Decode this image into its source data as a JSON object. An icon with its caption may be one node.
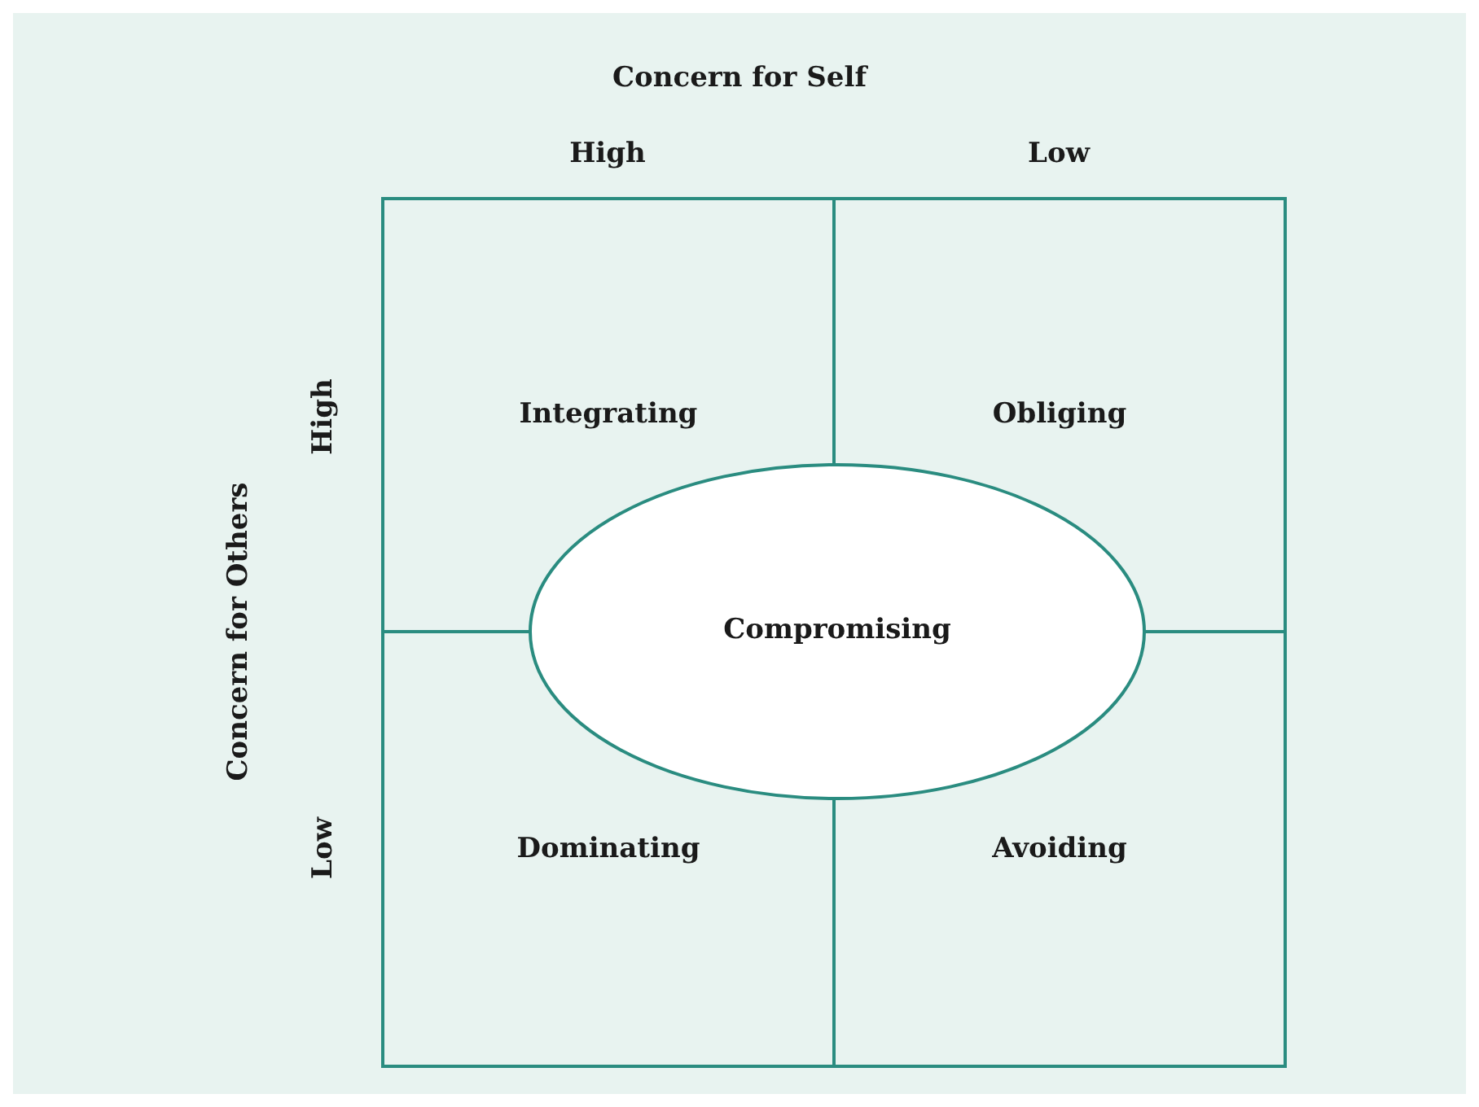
{
  "diagram": {
    "title": "Concern for Self",
    "nodes": [
      {
        "text": [
          "Integrating"
        ]
      },
      {
        "text": [
          "Obliging"
        ]
      },
      {
        "text": [
          "Dominating"
        ]
      },
      {
        "text": [
          "Avoiding"
        ]
      },
      {
        "text": [
          "Compromising"
        ]
      }
    ],
    "labels": [
      "High",
      "Low",
      "Concern for Others",
      "High",
      "Low"
    ]
  }
}
